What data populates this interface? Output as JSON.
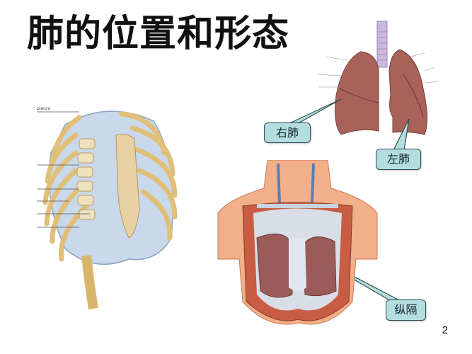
{
  "slide": {
    "title": "肺的位置和形态",
    "page_number": "2"
  },
  "figures": {
    "thorax_skeleton": {
      "label": "pleura"
    },
    "lungs_anterior": {
      "callouts": {
        "right_lung": "右肺",
        "left_lung": "左肺"
      }
    },
    "thorax_dissection": {
      "callouts": {
        "mediastinum": "纵隔"
      }
    }
  },
  "colors": {
    "callout_fill": "#b4dde0",
    "callout_border": "#2d4f55",
    "lung_tissue": "#a8625a",
    "rib_bone": "#e8c98a",
    "pleura_blue": "#c9d8ea",
    "skin": "#f2b08a"
  }
}
